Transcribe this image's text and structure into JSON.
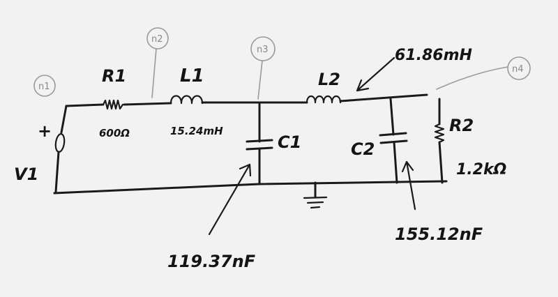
{
  "nodes": {
    "n1": "n1",
    "n2": "n2",
    "n3": "n3",
    "n4": "n4"
  },
  "source": {
    "name": "V1",
    "polarity": "+"
  },
  "components": {
    "r1": {
      "name": "R1",
      "value": "600Ω"
    },
    "l1": {
      "name": "L1",
      "value": "15.24mH"
    },
    "l2": {
      "name": "L2",
      "value": "61.86mH"
    },
    "c1": {
      "name": "C1",
      "value": "119.37nF"
    },
    "c2": {
      "name": "C2",
      "value": "155.12nF"
    },
    "r2": {
      "name": "R2",
      "value": "1.2kΩ"
    }
  }
}
